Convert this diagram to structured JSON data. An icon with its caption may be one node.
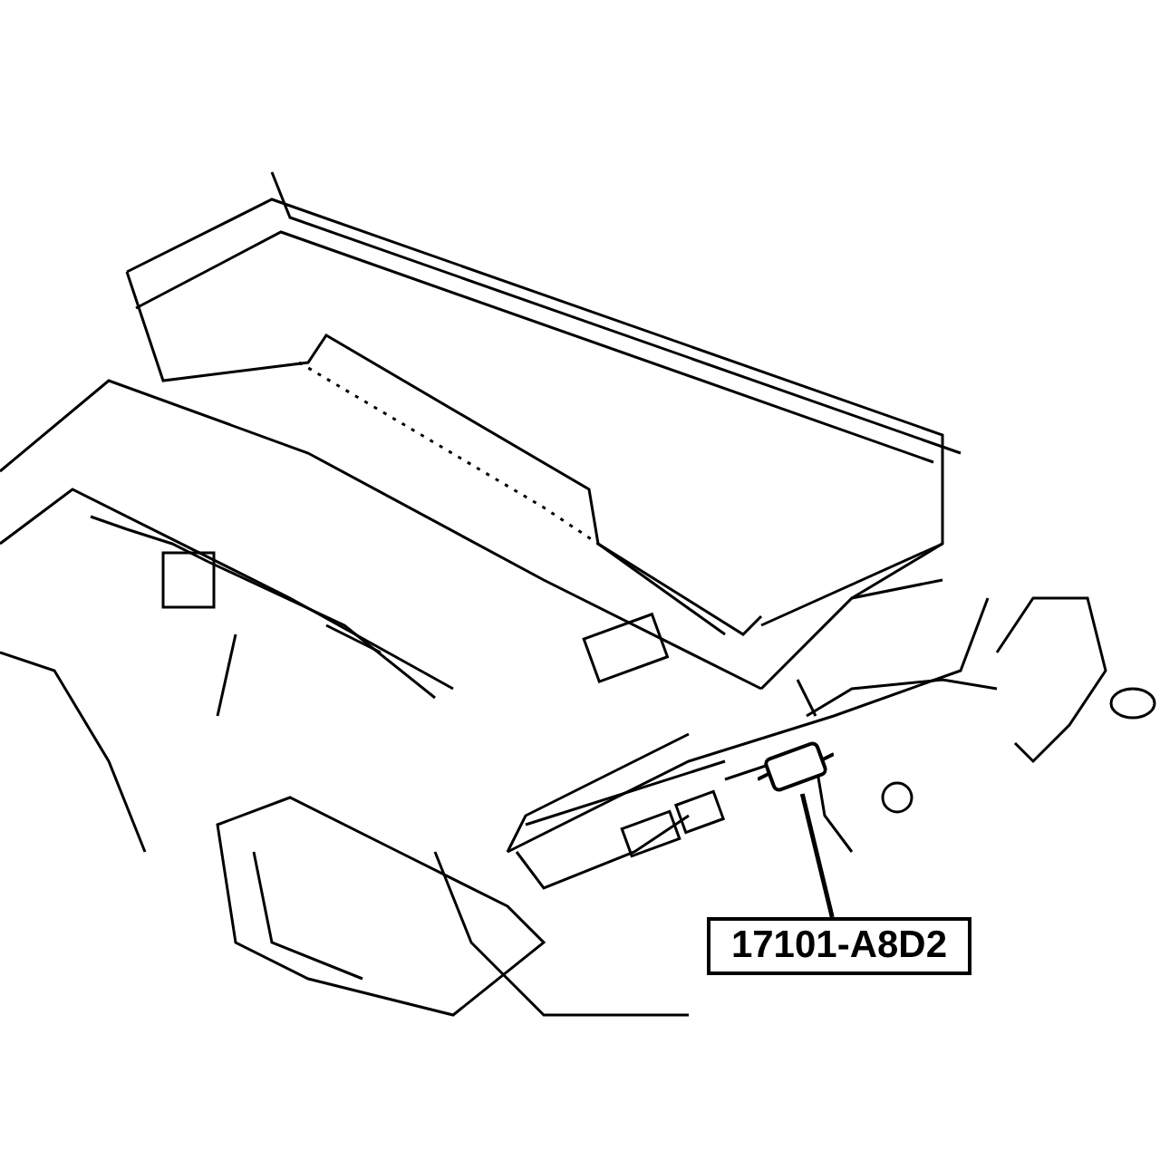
{
  "diagram": {
    "nodes": [
      {
        "text": [
          "17101-A8D2"
        ]
      },
      {
        "text": [],
        "shape": "picture"
      }
    ],
    "edges": [
      {
        "from": 0,
        "to": 1,
        "arrow": "none"
      }
    ]
  }
}
